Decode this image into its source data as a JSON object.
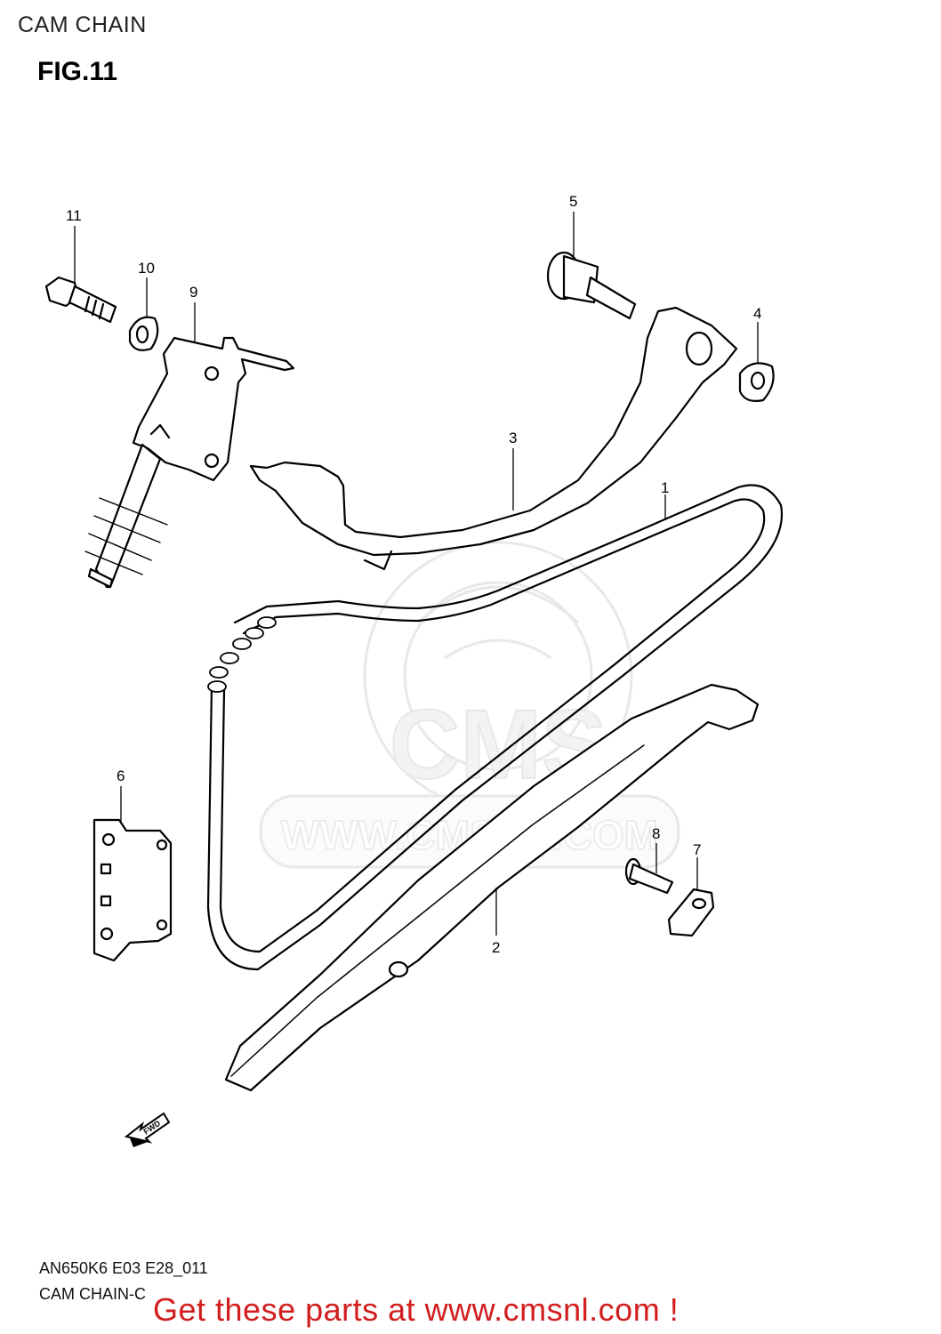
{
  "header": {
    "title": "CAM CHAIN",
    "figure": "FIG.11"
  },
  "footer": {
    "model_code": "AN650K6 E03 E28_011",
    "section": "CAM CHAIN-C",
    "promo": "Get these parts at www.cmsnl.com !"
  },
  "watermark": {
    "brand": "CMS",
    "url": "WWW.CMSNL.COM"
  },
  "direction_marker": "FWD",
  "callouts": [
    {
      "id": "1",
      "part": "cam-chain"
    },
    {
      "id": "2",
      "part": "chain-guide-lower"
    },
    {
      "id": "3",
      "part": "chain-tensioner-guide"
    },
    {
      "id": "4",
      "part": "washer"
    },
    {
      "id": "5",
      "part": "pivot-bolt"
    },
    {
      "id": "6",
      "part": "chain-guide-plate"
    },
    {
      "id": "7",
      "part": "guide-stopper"
    },
    {
      "id": "8",
      "part": "screw"
    },
    {
      "id": "9",
      "part": "chain-tensioner-adjuster"
    },
    {
      "id": "10",
      "part": "washer"
    },
    {
      "id": "11",
      "part": "bolt"
    }
  ]
}
